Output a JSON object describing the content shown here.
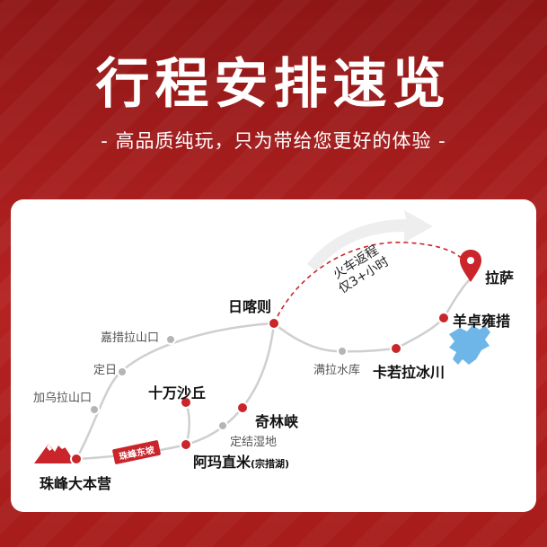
{
  "header": {
    "title": "行程安排速览",
    "subtitle": "- 高品质纯玩，只为带给您更好的体验 -"
  },
  "colors": {
    "background": "#a81c1c",
    "card": "#ffffff",
    "major_stop": "#c9252b",
    "minor_stop": "#b5b5b5",
    "route_line": "#c9c9c9",
    "train_line": "#c9252b",
    "lake": "#6fb6e8"
  },
  "map": {
    "train_note": {
      "line1": "火车返程",
      "line2": "仅3+小时"
    },
    "road_label": "珠峰东坡",
    "places": {
      "lhasa": "拉萨",
      "yamdrok": "羊卓雍措",
      "karola": "卡若拉冰川",
      "manla": "满拉水库",
      "shigatse": "日喀则",
      "gyatso_la": "嘉措拉山口",
      "tingri": "定日",
      "jiawula": "加乌拉山口",
      "everest_bc": "珠峰大本营",
      "dunes": "十万沙丘",
      "qilin": "奇林峡",
      "wetland": "定结湿地",
      "amachemi": "阿玛直米",
      "amachemi_sub": "(宗措湖)"
    },
    "icons": {
      "destination": "location-pin-icon",
      "mountain": "mountain-icon",
      "lake": "lake-shape-icon",
      "arrow": "return-arrow-icon"
    }
  }
}
